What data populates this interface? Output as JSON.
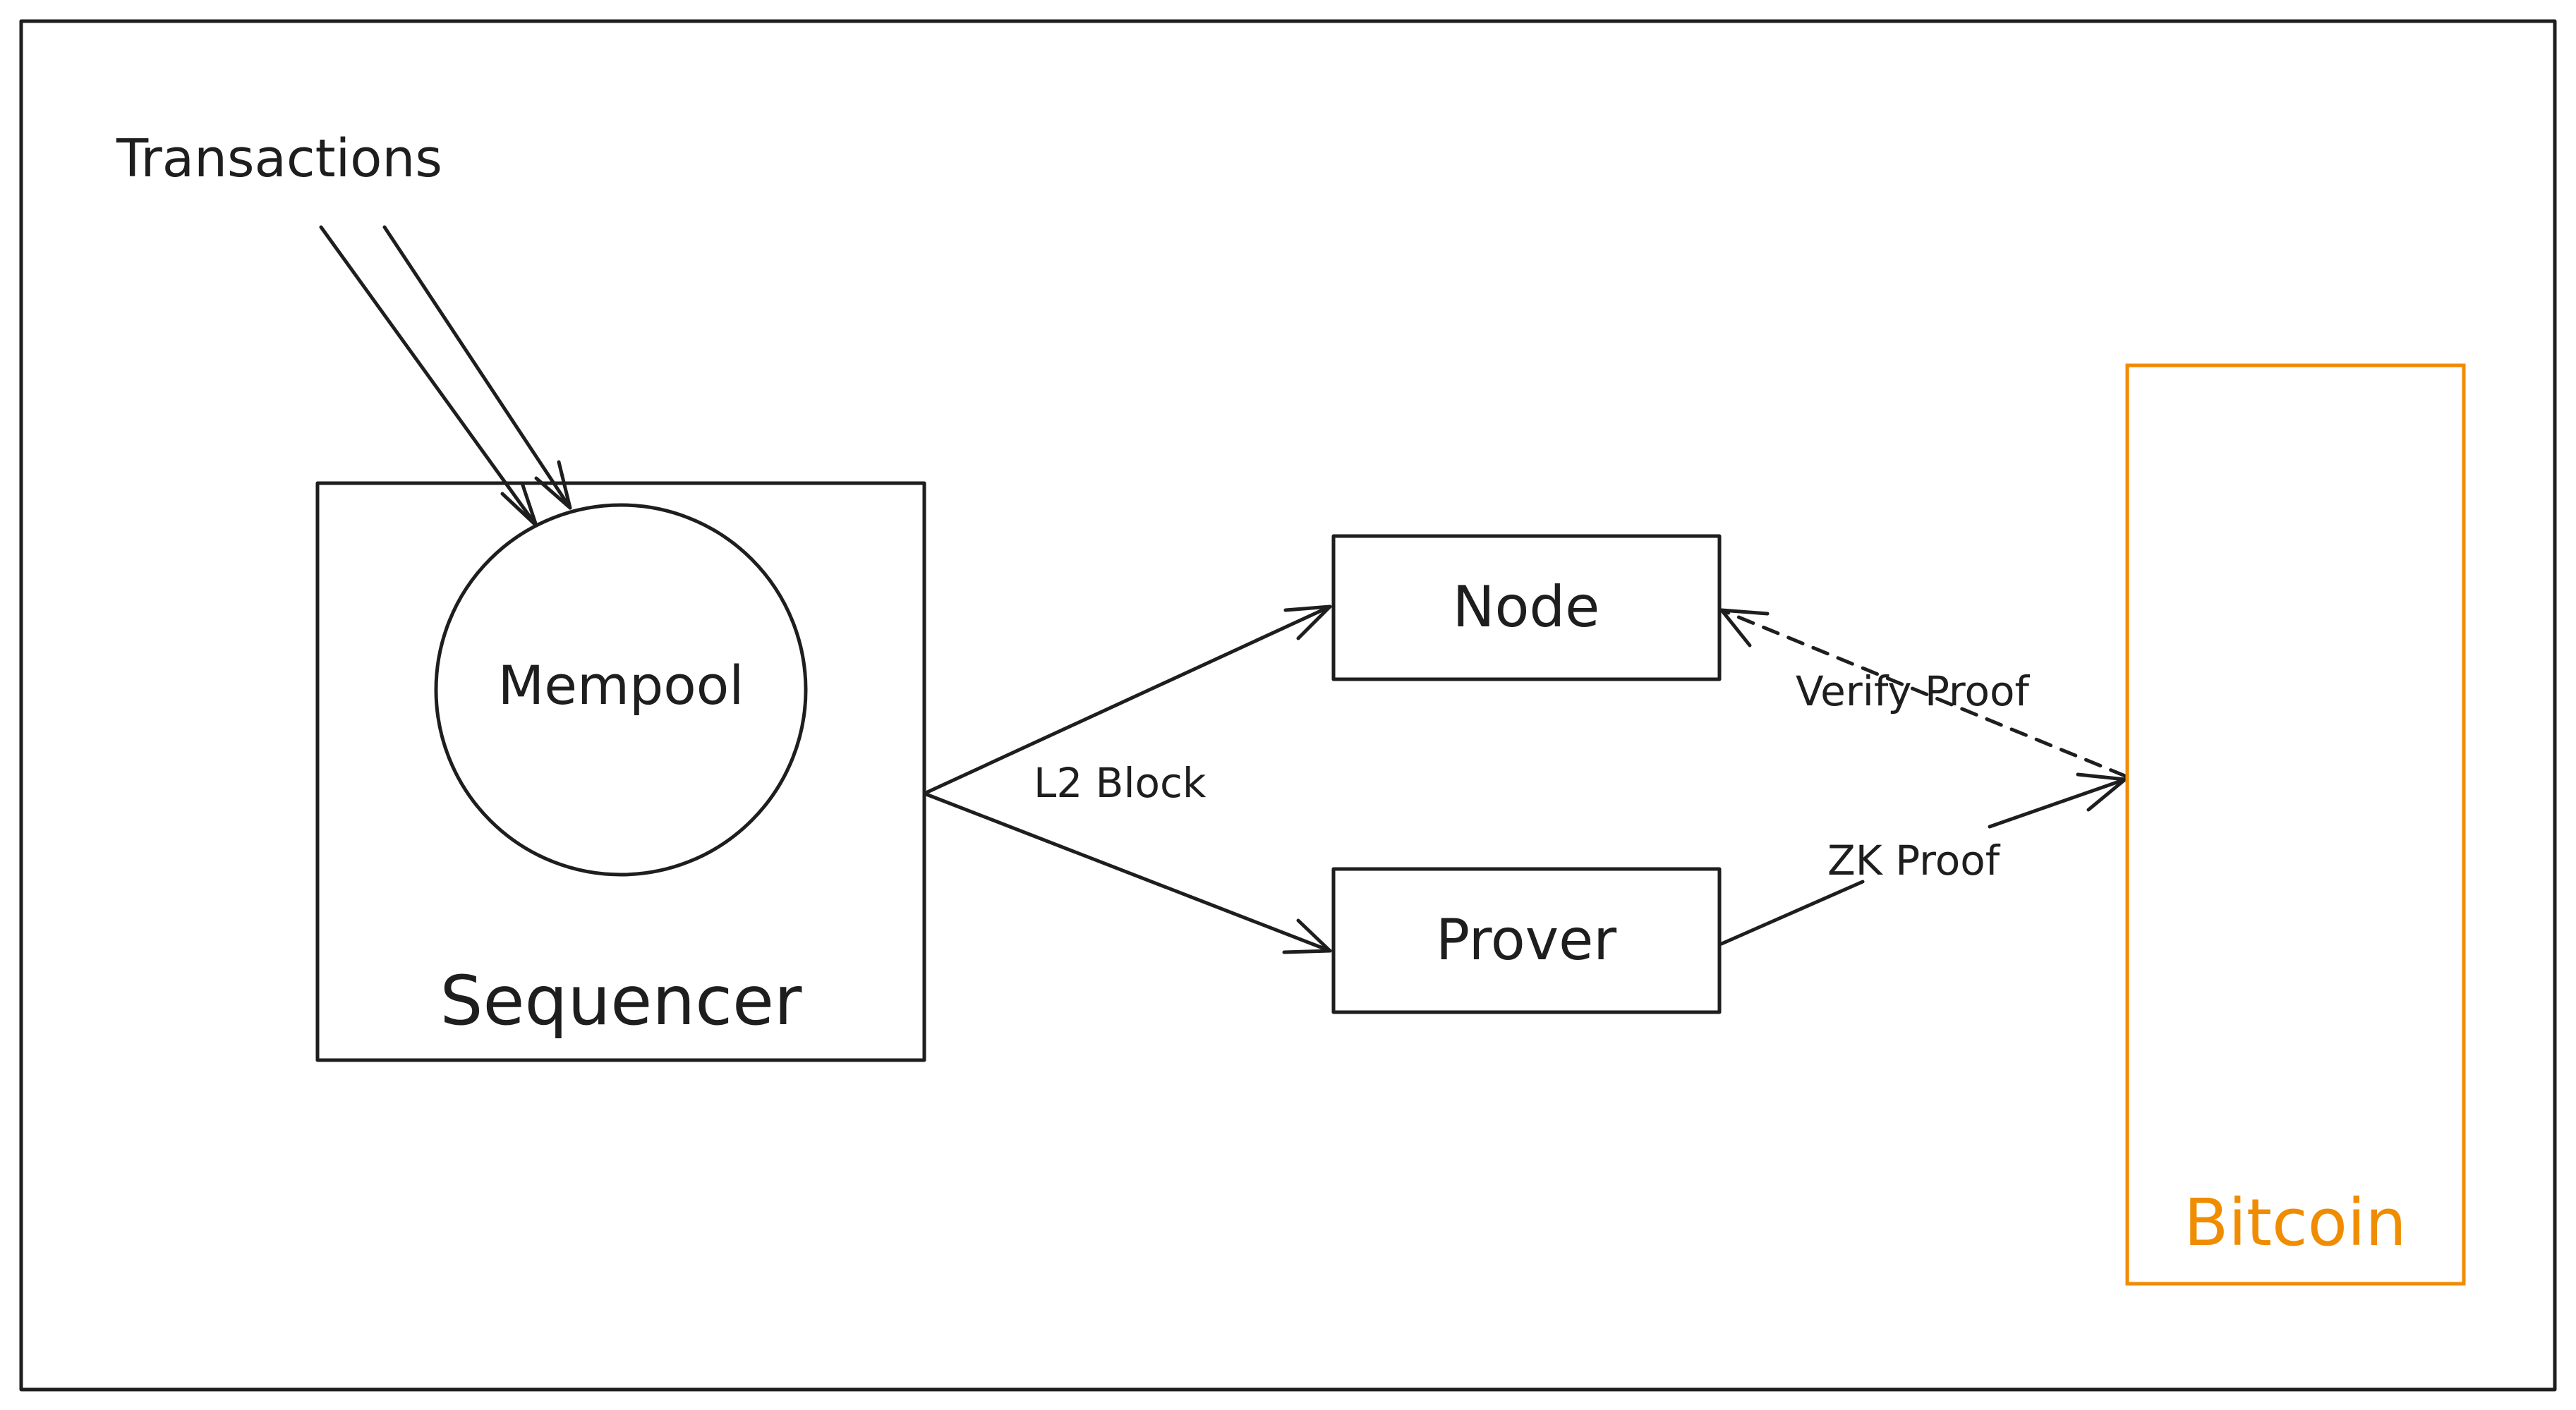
{
  "labels": {
    "transactions": "Transactions",
    "mempool": "Mempool",
    "sequencer": "Sequencer",
    "node": "Node",
    "prover": "Prover",
    "l2_block": "L2 Block",
    "verify_proof": "Verify Proof",
    "zk_proof": "ZK Proof",
    "bitcoin": "Bitcoin"
  },
  "colors": {
    "ink": "#1e1e1e",
    "bitcoin": "#f08c00",
    "background": "#ffffff"
  }
}
